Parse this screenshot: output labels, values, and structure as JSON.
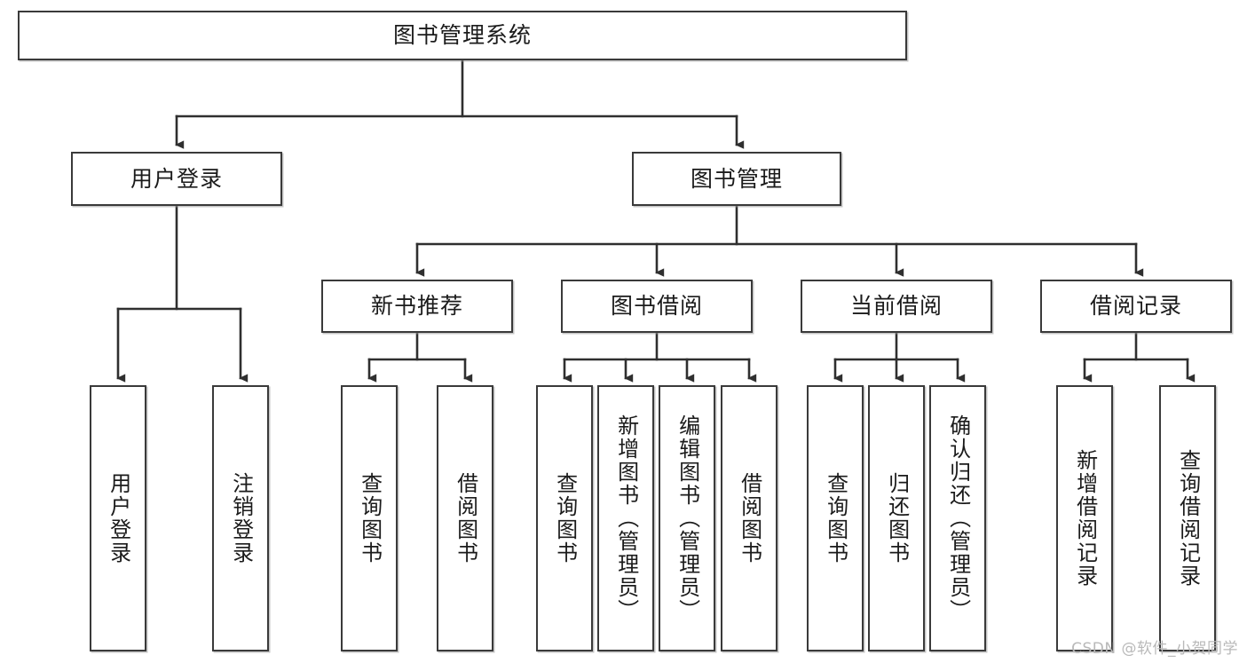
{
  "diagram": {
    "type": "hierarchy-tree",
    "title": "图书管理系统",
    "root": {
      "label": "图书管理系统"
    },
    "level2": [
      {
        "id": "user-login",
        "label": "用户登录"
      },
      {
        "id": "book-management",
        "label": "图书管理"
      }
    ],
    "level3": [
      {
        "id": "new-book-recommend",
        "label": "新书推荐",
        "parent": "book-management"
      },
      {
        "id": "book-borrow",
        "label": "图书借阅",
        "parent": "book-management"
      },
      {
        "id": "current-borrow",
        "label": "当前借阅",
        "parent": "book-management"
      },
      {
        "id": "borrow-record",
        "label": "借阅记录",
        "parent": "book-management"
      }
    ],
    "leaves": {
      "user-login": [
        {
          "id": "leaf-user-login",
          "label": "用户登录"
        },
        {
          "id": "leaf-user-logout",
          "label": "注销登录"
        }
      ],
      "new-book-recommend": [
        {
          "id": "leaf-query-book-1",
          "label": "查询图书"
        },
        {
          "id": "leaf-borrow-book-1",
          "label": "借阅图书"
        }
      ],
      "book-borrow": [
        {
          "id": "leaf-query-book-2",
          "label": "查询图书"
        },
        {
          "id": "leaf-add-book",
          "label": "新增图书（管理员）"
        },
        {
          "id": "leaf-edit-book",
          "label": "编辑图书（管理员）"
        },
        {
          "id": "leaf-borrow-book-2",
          "label": "借阅图书"
        }
      ],
      "current-borrow": [
        {
          "id": "leaf-query-book-3",
          "label": "查询图书"
        },
        {
          "id": "leaf-return-book",
          "label": "归还图书"
        },
        {
          "id": "leaf-confirm-return",
          "label": "确认归还（管理员）"
        }
      ],
      "borrow-record": [
        {
          "id": "leaf-add-record",
          "label": "新增借阅记录"
        },
        {
          "id": "leaf-query-record",
          "label": "查询借阅记录"
        }
      ]
    },
    "colors": {
      "border": "#3a3a3a",
      "text": "#1b1b1b",
      "background": "#ffffff",
      "watermark": "#b9b9b9"
    }
  },
  "watermark": {
    "text": "CSDN @软件_小贺同学"
  }
}
